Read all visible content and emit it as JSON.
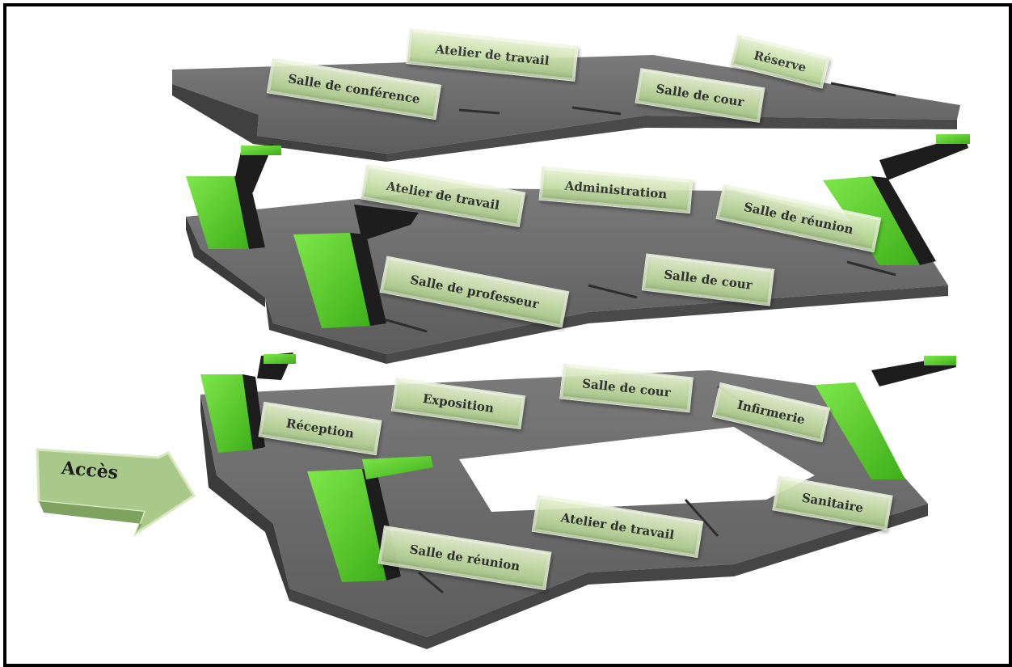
{
  "colors": {
    "slab_top": "#6e6e6e",
    "slab_side": "#4a4a4a",
    "stair_green": "#5ed22c",
    "stair_shadow": "#1d1d1d",
    "label_fill": "#c4dca4",
    "arrow_fill": "#a9c98a"
  },
  "entrance": {
    "label": "Accès"
  },
  "levels": {
    "top": {
      "rooms": [
        "Atelier de travail",
        "Réserve",
        "Salle de conférence",
        "Salle de cour"
      ]
    },
    "middle": {
      "rooms": [
        "Atelier de travail",
        "Administration",
        "Salle de réunion",
        "Salle de professeur",
        "Salle de cour"
      ]
    },
    "ground": {
      "rooms": [
        "Exposition",
        "Salle de cour",
        "Infirmerie",
        "Réception",
        "Sanitaire",
        "Atelier de travail",
        "Salle de réunion"
      ]
    }
  }
}
